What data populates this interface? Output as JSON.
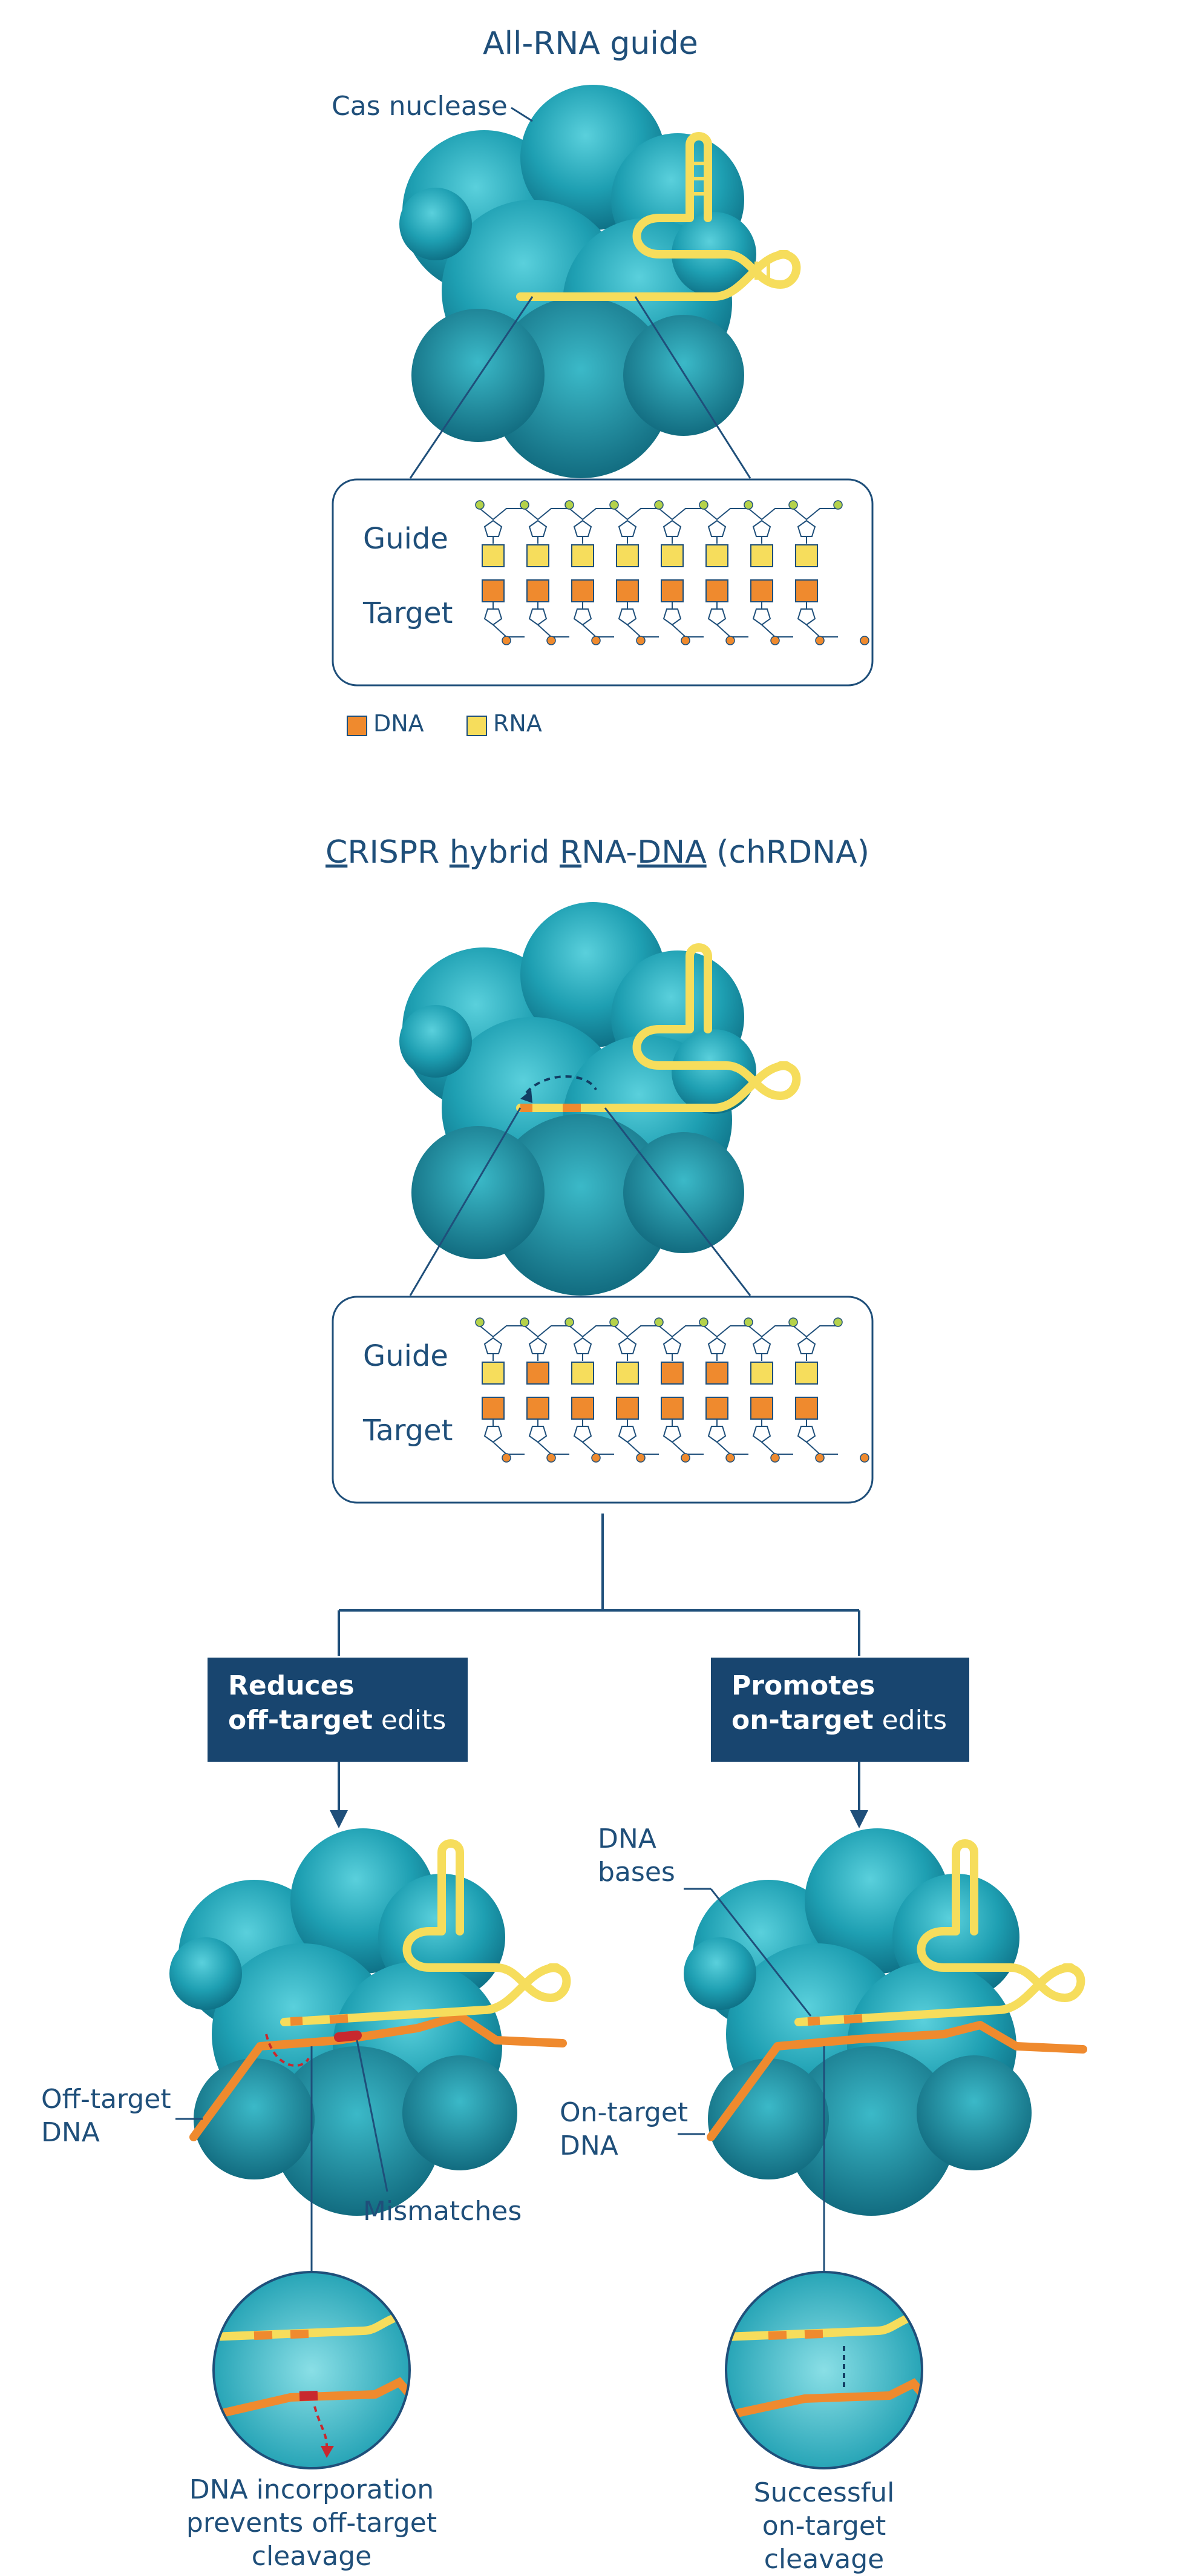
{
  "panel1": {
    "title": "All-RNA guide",
    "nuclease_label": "Cas nuclease",
    "guide_label": "Guide",
    "target_label": "Target"
  },
  "legend": {
    "dna": "DNA",
    "rna": "RNA"
  },
  "panel2": {
    "title_parts": [
      "C",
      "RISPR ",
      "h",
      "ybrid ",
      "R",
      "NA-",
      "DNA",
      " (chRDNA)"
    ],
    "guide_label": "Guide",
    "target_label": "Target"
  },
  "left_branch": {
    "box_line1": "Reduces",
    "box_line2_bold": "off-target",
    "box_line2_rest": " edits",
    "dna_label_line1": "Off-target",
    "dna_label_line2": "DNA",
    "mismatch_label": "Mismatches",
    "caption_line1": "DNA incorporation",
    "caption_line2": "prevents off-target",
    "caption_line3": "cleavage"
  },
  "right_branch": {
    "box_line1": "Promotes",
    "box_line2_bold": "on-target",
    "box_line2_rest": " edits",
    "bases_label_line1": "DNA",
    "bases_label_line2": "bases",
    "dna_label_line1": "On-target",
    "dna_label_line2": "DNA",
    "caption_line1": "Successful",
    "caption_line2": "on-target",
    "caption_line3": "cleavage"
  },
  "colors": {
    "navy": "#18456f",
    "text": "#1f4f7a",
    "protein": "#1fa7b8",
    "rna": "#f6dd5c",
    "dna": "#ef8a2e",
    "mismatch": "#c8282e"
  },
  "guide_pattern_all_rna": [
    "rna",
    "rna",
    "rna",
    "rna",
    "rna",
    "rna",
    "rna",
    "rna"
  ],
  "guide_pattern_chrdna": [
    "rna",
    "dna",
    "rna",
    "rna",
    "dna",
    "dna",
    "rna",
    "rna"
  ],
  "target_pattern": [
    "dna",
    "dna",
    "dna",
    "dna",
    "dna",
    "dna",
    "dna",
    "dna"
  ]
}
